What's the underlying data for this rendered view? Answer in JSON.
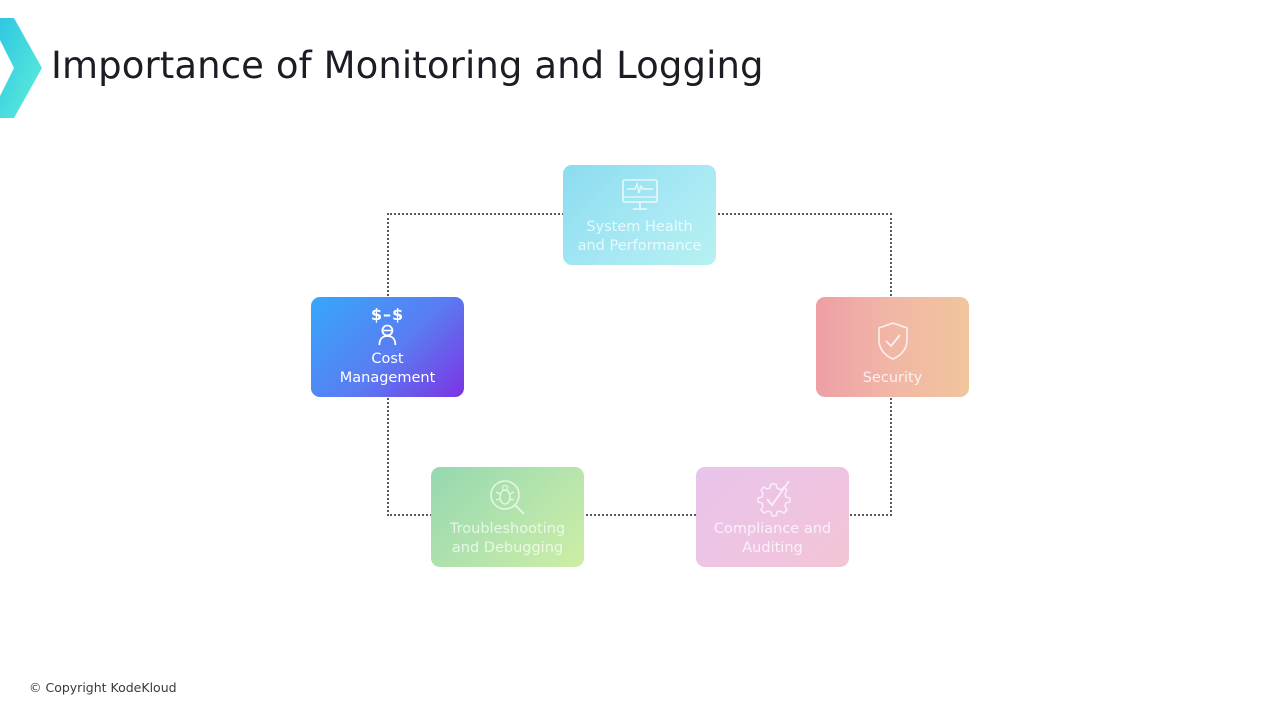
{
  "slide": {
    "title": "Importance of Monitoring and Logging",
    "copyright": "© Copyright KodeKloud"
  },
  "diagram": {
    "type": "cycle",
    "nodes": [
      {
        "id": "system-health",
        "label_line1": "System Health",
        "label_line2": "and Performance",
        "icon": "monitor-heartbeat-icon",
        "color_from": "#8adcf0",
        "color_to": "#b6f1f2"
      },
      {
        "id": "security",
        "label_line1": "Security",
        "label_line2": "",
        "icon": "shield-check-icon",
        "color_from": "#ee9fa5",
        "color_to": "#f1c59c"
      },
      {
        "id": "compliance",
        "label_line1": "Compliance and",
        "label_line2": "Auditing",
        "icon": "gear-check-icon",
        "color_from": "#e7c4ea",
        "color_to": "#f2c5d4"
      },
      {
        "id": "troubleshooting",
        "label_line1": "Troubleshooting",
        "label_line2": "and Debugging",
        "icon": "bug-search-icon",
        "color_from": "#95d8b0",
        "color_to": "#cdeea5"
      },
      {
        "id": "cost",
        "label_line1": "Cost",
        "label_line2": "Management",
        "icon": "person-cost-icon",
        "color_from": "#36a8fb",
        "color_to": "#7b33e2"
      }
    ],
    "cost_icon_text": "$–$"
  }
}
